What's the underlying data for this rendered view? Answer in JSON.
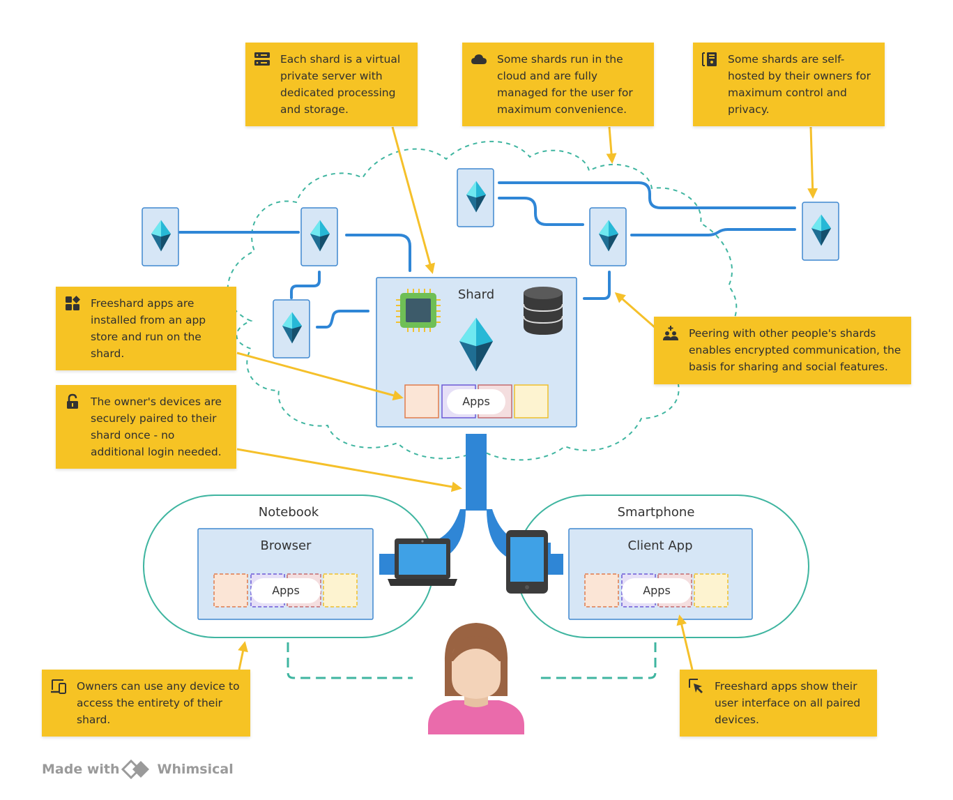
{
  "notes": {
    "vps": "Each shard is a virtual private server with dedicated processing and storage.",
    "cloud": "Some shards run in the cloud and are fully managed for the user for maximum convenience.",
    "selfhosted": "Some shards are self-hosted by their owners for maximum control and privacy.",
    "apps": "Freeshard apps are installed from an app store and run on the shard.",
    "peering": "Peering with other people's shards enables encrypted communication, the basis for sharing and social features.",
    "devices": "The owner's devices are securely paired to their shard once - no additional login needed.",
    "anydevice": "Owners can use any device to access the entirety of their shard.",
    "ui": "Freeshard apps show their user interface on all paired devices."
  },
  "shard": {
    "title": "Shard",
    "apps_label": "Apps"
  },
  "notebook": {
    "title": "Notebook",
    "inner_title": "Browser",
    "apps_label": "Apps"
  },
  "smartphone": {
    "title": "Smartphone",
    "inner_title": "Client App",
    "apps_label": "Apps"
  },
  "watermark": {
    "made_with": "Made with",
    "brand": "Whimsical"
  },
  "icons": {
    "vps": "server-icon",
    "cloud": "cloud-icon",
    "selfhosted": "tower-icon",
    "apps": "apps-grid-icon",
    "peering": "people-plus-icon",
    "devices": "lock-icon",
    "anydevice": "devices-icon",
    "ui": "pointer-icon"
  },
  "colors": {
    "note": "#f6c324",
    "arrow": "#f5c02a",
    "line": "#2f86d6",
    "cloud_outline": "#3fb5a0",
    "box_fill": "#d6e6f6",
    "box_border": "#3e87cf",
    "crystal_light": "#5de0f0",
    "crystal_dark": "#1e6b86"
  }
}
